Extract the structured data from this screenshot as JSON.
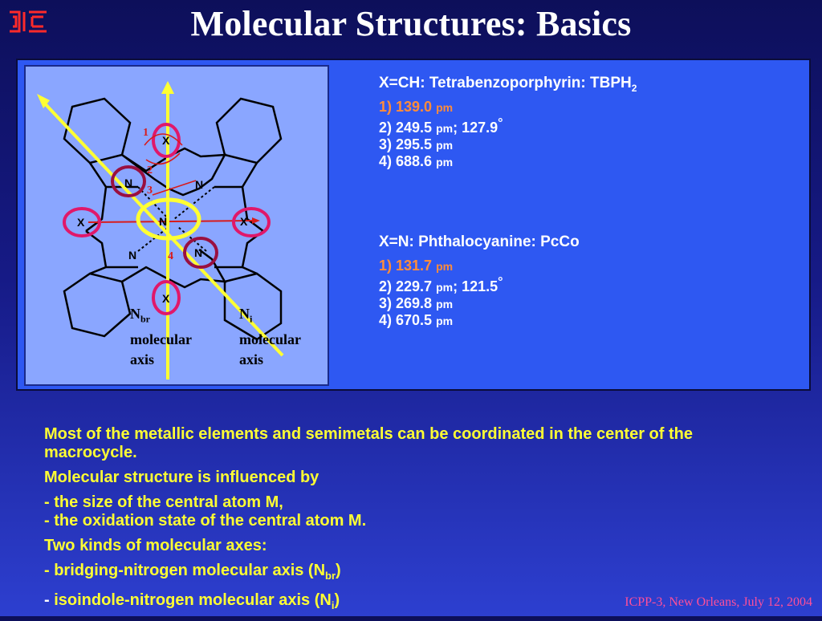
{
  "slide": {
    "title": "Molecular Structures: Basics",
    "colors": {
      "accent_yellow": "#ffff33",
      "accent_orange": "#ff8c3a",
      "footer_pink": "#ff4f9a",
      "panel_blue": "#2e58f2"
    }
  },
  "diagram": {
    "atom_labels": {
      "N": "N",
      "X": "X"
    },
    "distance_labels": [
      "1",
      "2",
      "3",
      "4"
    ],
    "nbr_axis": {
      "main": "N",
      "sub": "br",
      "line1": "molecular",
      "line2": "axis"
    },
    "ni_axis": {
      "main": "N",
      "sub": "i",
      "line1": "molecular",
      "line2": "axis"
    }
  },
  "tbph2": {
    "heading": "X=CH: Tetrabenzoporphyrin: TBPH",
    "heading_sub": "2",
    "rows": [
      {
        "label": "1) 139.0",
        "unit": "pm"
      },
      {
        "label": "2) 249.5",
        "unit": "pm",
        "extra": "; 127.9",
        "deg": "°"
      },
      {
        "label": "3) 295.5",
        "unit": "pm"
      },
      {
        "label": "4) 688.6",
        "unit": "pm"
      }
    ]
  },
  "pcco": {
    "heading": "X=N: Phthalocyanine: PcCo",
    "rows": [
      {
        "label": "1) 131.7",
        "unit": "pm"
      },
      {
        "label": "2) 229.7",
        "unit": "pm",
        "extra": "; 121.5",
        "deg": "°"
      },
      {
        "label": "3) 269.8",
        "unit": "pm"
      },
      {
        "label": "4) 670.5",
        "unit": "pm"
      }
    ]
  },
  "body": {
    "line1": "Most of the metallic elements and semimetals can be coordinated in the center of the macrocycle.",
    "line2": "Molecular structure is influenced by",
    "line3a": "- the size of the central atom M,",
    "line3b": "- the oxidation state of the central atom M.",
    "line4": "Two kinds of molecular axes:",
    "line5_pre": "- bridging-nitrogen molecular axis (N",
    "line5_sub": "br",
    "line5_post": ")",
    "line6_dash": "-",
    "line6_pre": " isoindole-nitrogen molecular axis (N",
    "line6_sub": "i",
    "line6_post": ")"
  },
  "footer": {
    "text": "ICPP-3, New Orleans, July 12, 2004"
  }
}
